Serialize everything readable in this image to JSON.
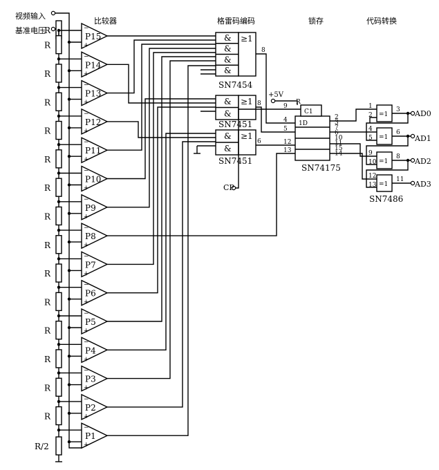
{
  "labels": {
    "video_input": "视频输入",
    "reference_voltage": "基准电压",
    "comparator": "比较器",
    "gray_encoder": "格雷码编码",
    "latch": "锁存",
    "code_conversion": "代码转换"
  },
  "resistor_label": "R",
  "resistor_half_label": "R/2",
  "comparators": [
    "P15",
    "P14",
    "P13",
    "P12",
    "P11",
    "P10",
    "P9",
    "P8",
    "P7",
    "P6",
    "P5",
    "P4",
    "P3",
    "P2",
    "P1"
  ],
  "chips": {
    "encoder_main": "SN7454",
    "encoder_a": "SN7451",
    "encoder_b": "SN7451",
    "latch": "SN74175",
    "xor": "SN7486"
  },
  "gate_symbols": {
    "and": "&",
    "or": "≥1",
    "xor": "=1",
    "d": "1D",
    "clock": "C1",
    "reset": "R"
  },
  "supply": "+5V",
  "clock_input": "CP",
  "outputs": [
    "AD0",
    "AD1",
    "AD2",
    "AD3"
  ],
  "pins": {
    "sn7454_out": "8",
    "sn7451a_out": "8",
    "sn7451b_out": "6",
    "latch_in": [
      "4",
      "5",
      "12",
      "13"
    ],
    "latch_clk": "9",
    "latch_out": [
      "2",
      "3",
      "7",
      "6",
      "10",
      "11",
      "15",
      "14"
    ],
    "xor_in": [
      "1",
      "2",
      "4",
      "5",
      "9",
      "10",
      "12",
      "13"
    ],
    "xor_out": [
      "3",
      "6",
      "8",
      "11"
    ]
  }
}
